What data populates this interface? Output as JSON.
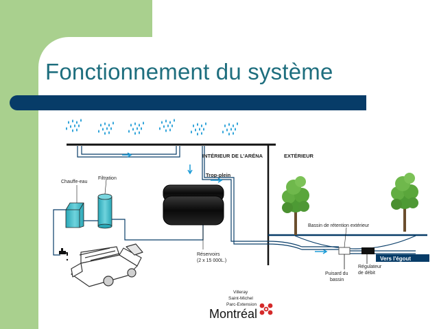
{
  "title": "Fonctionnement du système",
  "diagram": {
    "labels": {
      "interior": "INTÉRIEUR DE L'ARÉNA",
      "exterior": "EXTÉRIEUR",
      "water_heater": "Chauffe-eau",
      "filtration": "Filtration",
      "overflow": "Trop-plein",
      "tanks_line1": "Réservoirs",
      "tanks_line2": "(2 x 15 000L.)",
      "retention_basin": "Bassin de rétention extérieur",
      "to_sewer": "Vers l'égout",
      "sump_line1": "Puisard du",
      "sump_line2": "bassin",
      "regulator_line1": "Régulateur",
      "regulator_line2": "de débit"
    }
  },
  "logo": {
    "line1": "Villeray",
    "line2": "Saint-Michel",
    "line3": "Parc-Extension",
    "city": "Montréal"
  },
  "colors": {
    "title": "#1e6e7e",
    "title_bar": "#073c68",
    "corner": "#a9d08e",
    "pipe": "#073c68",
    "rain": "#1a9ad6",
    "tank": "#111111",
    "tree": "#5fa83c",
    "device": "#39b7c5",
    "logo_red": "#d42a2a"
  },
  "icons": [
    "rain-icon",
    "tree-icon",
    "faucet-icon",
    "ice-resurfacer-icon",
    "logo-rose-icon",
    "flow-arrow-icon"
  ]
}
